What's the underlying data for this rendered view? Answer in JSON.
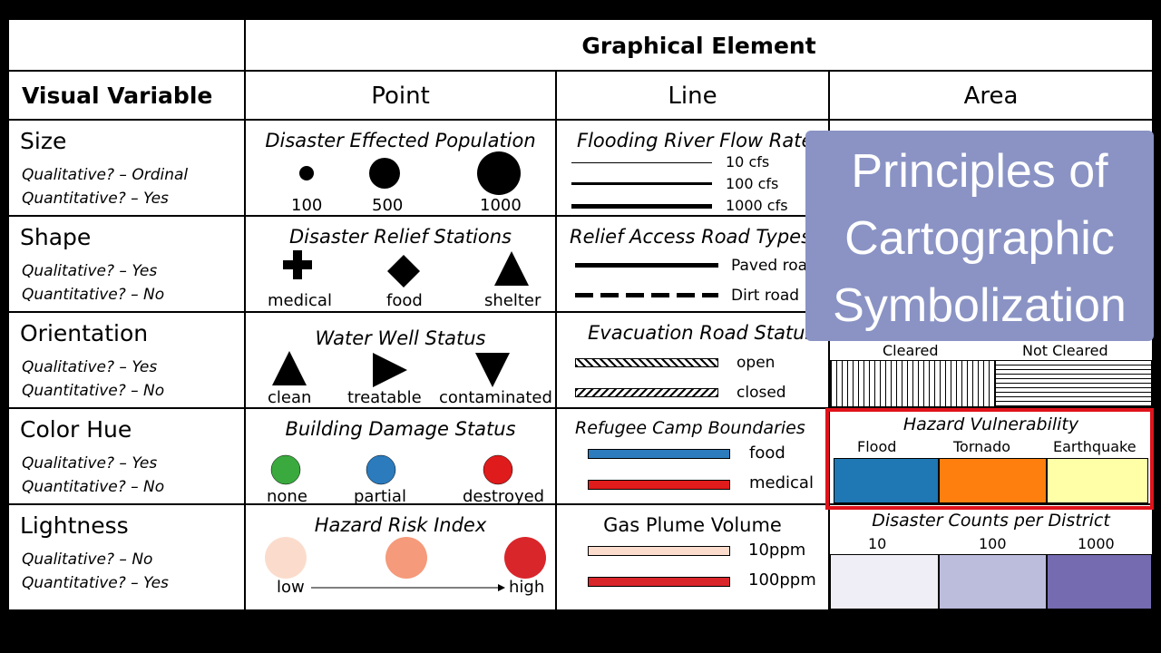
{
  "header": {
    "group_title": "Graphical Element",
    "variable_title": "Visual Variable",
    "columns": [
      "Point",
      "Line",
      "Area"
    ]
  },
  "rows": [
    {
      "name": "Size",
      "qual": "Qualitative? – Ordinal",
      "quant": "Quantitative? – Yes",
      "point": {
        "title": "Disaster Effected Population",
        "labels": [
          "100",
          "500",
          "1000"
        ]
      },
      "line": {
        "title": "Flooding River Flow Rate",
        "labels": [
          "10 cfs",
          "100 cfs",
          "1000 cfs"
        ]
      }
    },
    {
      "name": "Shape",
      "qual": "Qualitative? – Yes",
      "quant": "Quantitative? – No",
      "point": {
        "title": "Disaster Relief Stations",
        "labels": [
          "medical",
          "food",
          "shelter"
        ]
      },
      "line": {
        "title": "Relief Access Road Types",
        "labels": [
          "Paved road",
          "Dirt road"
        ]
      }
    },
    {
      "name": "Orientation",
      "qual": "Qualitative? – Yes",
      "quant": "Quantitative? – No",
      "point": {
        "title": "Water Well Status",
        "labels": [
          "clean",
          "treatable",
          "contaminated"
        ]
      },
      "line": {
        "title": "Evacuation Road Status",
        "labels": [
          "open",
          "closed"
        ]
      },
      "area": {
        "labels": [
          "Cleared",
          "Not Cleared"
        ]
      }
    },
    {
      "name": "Color Hue",
      "qual": "Qualitative? – Yes",
      "quant": "Quantitative? – No",
      "point": {
        "title": "Building Damage Status",
        "labels": [
          "none",
          "partial",
          "destroyed"
        ]
      },
      "line": {
        "title": "Refugee Camp Boundaries",
        "labels": [
          "food",
          "medical"
        ]
      },
      "area": {
        "title": "Hazard Vulnerability",
        "labels": [
          "Flood",
          "Tornado",
          "Earthquake"
        ]
      }
    },
    {
      "name": "Lightness",
      "qual": "Qualitative? – No",
      "quant": "Quantitative? – Yes",
      "point": {
        "title": "Hazard Risk Index",
        "labels": [
          "low",
          "high"
        ]
      },
      "line": {
        "title": "Gas Plume Volume",
        "labels": [
          "10ppm",
          "100ppm"
        ]
      },
      "area": {
        "title": "Disaster Counts per District",
        "labels": [
          "10",
          "100",
          "1000"
        ]
      }
    }
  ],
  "overlay": {
    "lines": [
      "Principles of",
      "Cartographic",
      "Symbolization"
    ]
  },
  "colors": {
    "hue_green": "#3aaa3e",
    "hue_blue": "#2b7bbd",
    "hue_red": "#e01b1b",
    "risk_low": "#fbdccc",
    "risk_mid": "#f59a7a",
    "risk_high": "#d9262b",
    "flood": "#1f77b4",
    "tornado": "#ff7f0e",
    "earthquake": "#ffffa8",
    "count_10": "#efedf5",
    "count_100": "#bcbddc",
    "count_1000": "#756bb1",
    "highlight": "#e0131b",
    "overlay_bg": "#8a93c4"
  }
}
